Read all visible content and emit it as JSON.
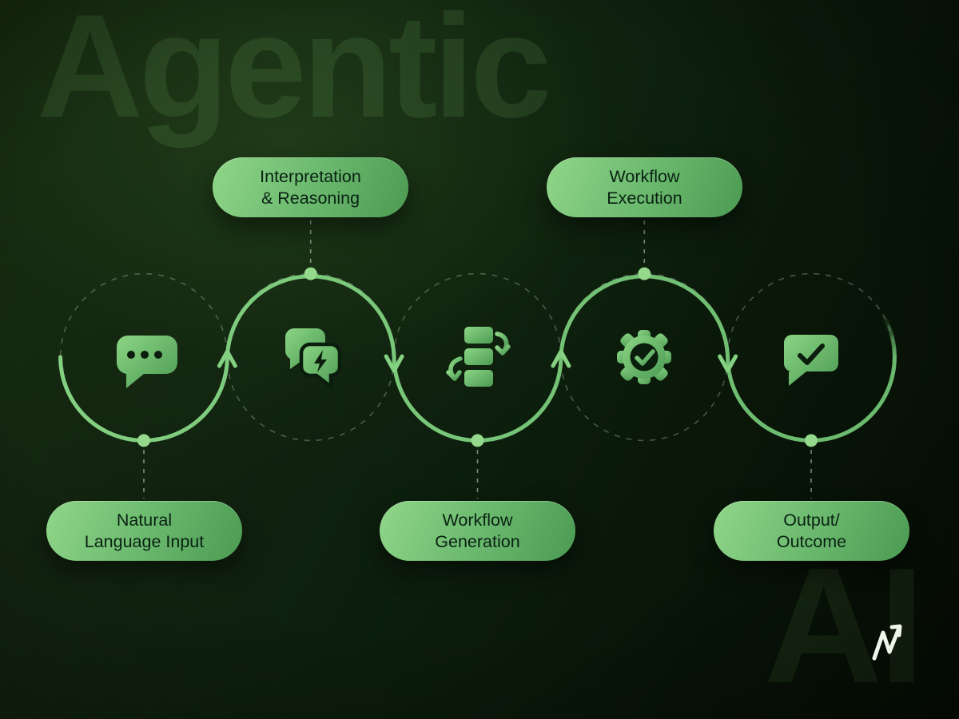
{
  "watermarks": {
    "top": "Agentic",
    "bottom": "AI"
  },
  "brand": {
    "logo_name": "m-arrow-logo"
  },
  "colors": {
    "background_dark": "#0b1d0c",
    "pill_gradient_start": "#90d689",
    "pill_gradient_end": "#4c9b53",
    "pill_text": "#0a2113",
    "flow_line": "#7ccb7d",
    "icon_gradient_start": "#8bd584",
    "icon_gradient_end": "#4c9b54",
    "dashed_line": "#aabeaa",
    "logo_white": "#eef6ea"
  },
  "stages": [
    {
      "name": "natural-language-input",
      "lines": [
        "Natural",
        "Language Input"
      ],
      "label_position": "bottom",
      "icon": "chat-ellipsis-icon"
    },
    {
      "name": "interpretation-reasoning",
      "lines": [
        "Interpretation",
        "& Reasoning"
      ],
      "label_position": "top",
      "icon": "chat-lightning-icon"
    },
    {
      "name": "workflow-generation",
      "lines": [
        "Workflow",
        "Generation"
      ],
      "label_position": "bottom",
      "icon": "flow-blocks-icon"
    },
    {
      "name": "workflow-execution",
      "lines": [
        "Workflow",
        "Execution"
      ],
      "label_position": "top",
      "icon": "gear-check-icon"
    },
    {
      "name": "output-outcome",
      "lines": [
        "Output/",
        "Outcome"
      ],
      "label_position": "bottom",
      "icon": "message-check-icon"
    }
  ]
}
